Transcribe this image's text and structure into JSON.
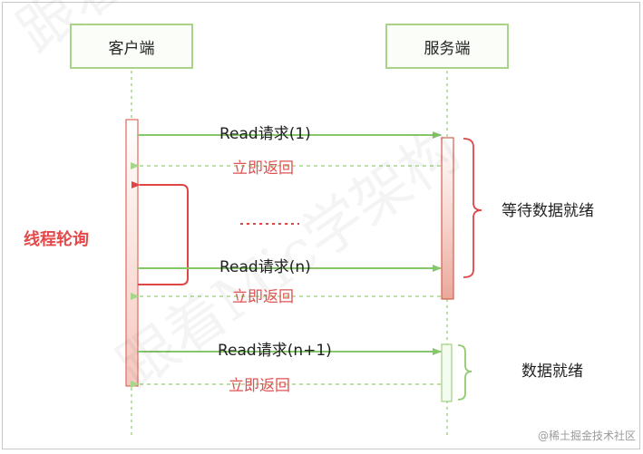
{
  "actors": {
    "client": "客户端",
    "server": "服务端"
  },
  "messages": [
    {
      "request": "Read请求(1)",
      "response": "立即返回"
    },
    {
      "request": "Read请求(n)",
      "response": "立即返回"
    },
    {
      "request": "Read请求(n+1)",
      "response": "立即返回"
    }
  ],
  "ellipsis": "......",
  "loop_label": "线程轮询",
  "notes": {
    "waiting": "等待数据就绪",
    "ready": "数据就绪"
  },
  "watermarks": {
    "background": "跟着Mic学架构",
    "site": "@稀土掘金技术社区"
  },
  "colors": {
    "request_arrow": "#86c76a",
    "response_arrow": "#a5d68c",
    "actor_border": "#a8d48a",
    "activation_red": "#e04545",
    "label_red": "#e05353"
  }
}
